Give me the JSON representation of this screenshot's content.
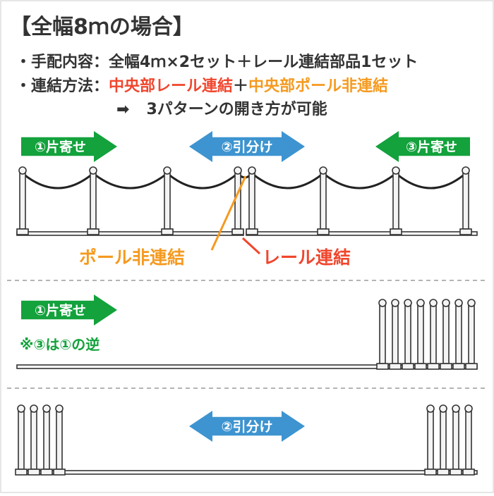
{
  "title": "【全幅8ｍの場合】",
  "details": {
    "line1": {
      "label": "・手配内容：",
      "value": "全幅4ｍ×2セット＋レール連結部品1セット"
    },
    "line2": {
      "label": "・連結方法：",
      "part_rail": "中央部レール連結",
      "plus": "＋",
      "part_pole": "中央部ポール非連結"
    },
    "line3": {
      "arrow": "➡",
      "text": "3パターンの開き方が可能"
    }
  },
  "pattern1": {
    "left_arrow_label": "①片寄せ",
    "center_arrow_label": "②引分け",
    "right_arrow_label": "③片寄せ",
    "callout_pole": "ポール非連結",
    "callout_rail": "レール連結"
  },
  "pattern2": {
    "arrow_label": "①片寄せ",
    "note": "※③は①の逆"
  },
  "pattern3": {
    "arrow_label": "②引分け"
  },
  "colors": {
    "text": "#333333",
    "red": "#f0462d",
    "orange": "#f59a1f",
    "green": "#13a23c",
    "blue": "#3d94d0",
    "line": "#333333",
    "pole_fill": "#f4f4f4",
    "dashed": "#888888"
  }
}
